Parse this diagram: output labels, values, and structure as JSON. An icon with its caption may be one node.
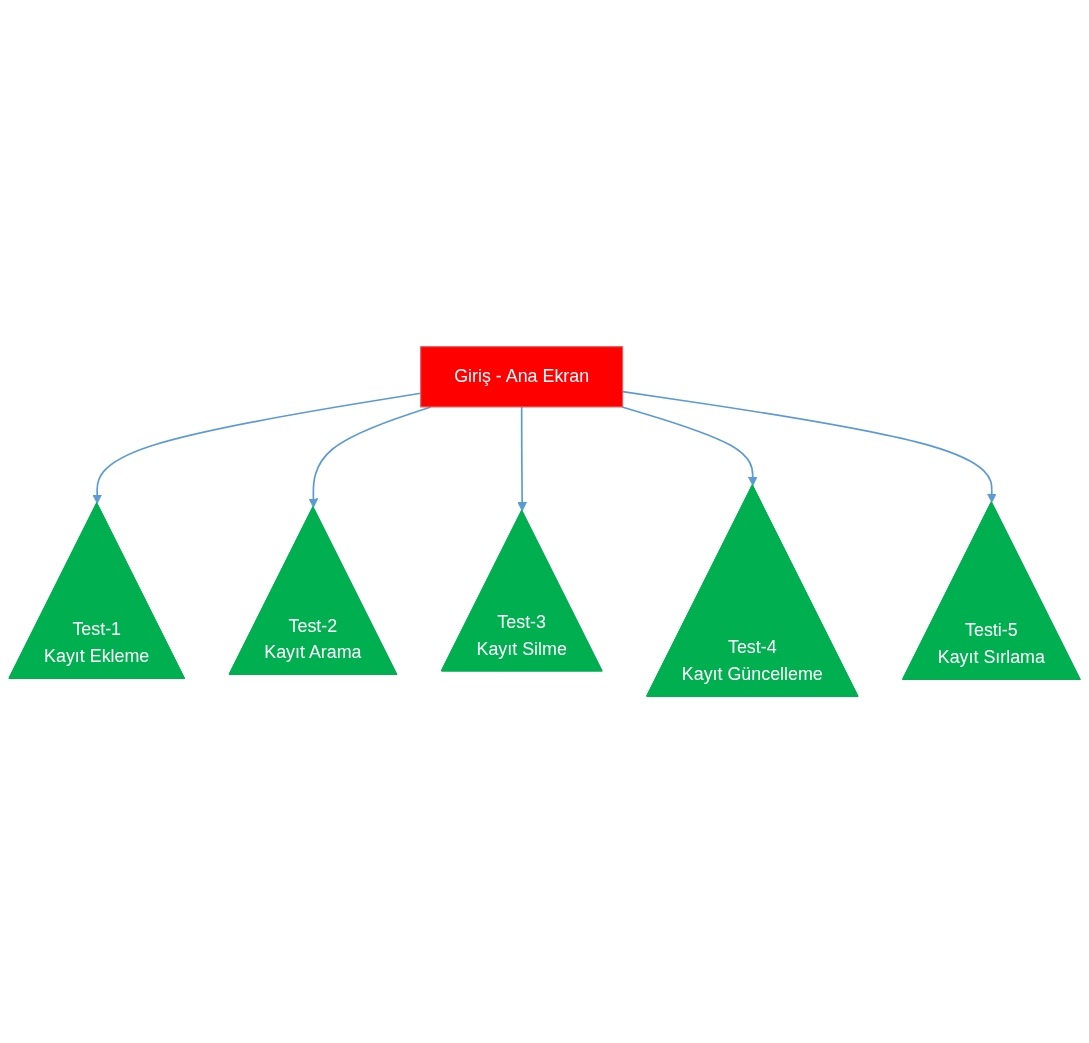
{
  "diagram": {
    "nodes": [
      {
        "text": [
          "Test-1",
          "Kayıt Ekleme"
        ]
      },
      {
        "text": [
          "Test-2",
          "Kayıt Arama"
        ]
      },
      {
        "text": [
          "Giriş - Ana Ekran"
        ]
      },
      {
        "text": [
          "Test-3",
          "Kayıt Silme"
        ]
      },
      {
        "text": [
          "Test-4",
          "Kayıt Güncelleme"
        ]
      },
      {
        "text": [
          "Testi-5",
          "Kayıt Sırlama"
        ]
      }
    ],
    "edges": [
      {
        "from": 2,
        "to": 0,
        "arrow": "to"
      },
      {
        "from": 2,
        "to": 1,
        "arrow": "to"
      },
      {
        "from": 2,
        "to": 3,
        "arrow": "to"
      },
      {
        "from": 2,
        "to": 4,
        "arrow": "to"
      },
      {
        "from": 2,
        "to": 5,
        "arrow": "to"
      }
    ]
  }
}
